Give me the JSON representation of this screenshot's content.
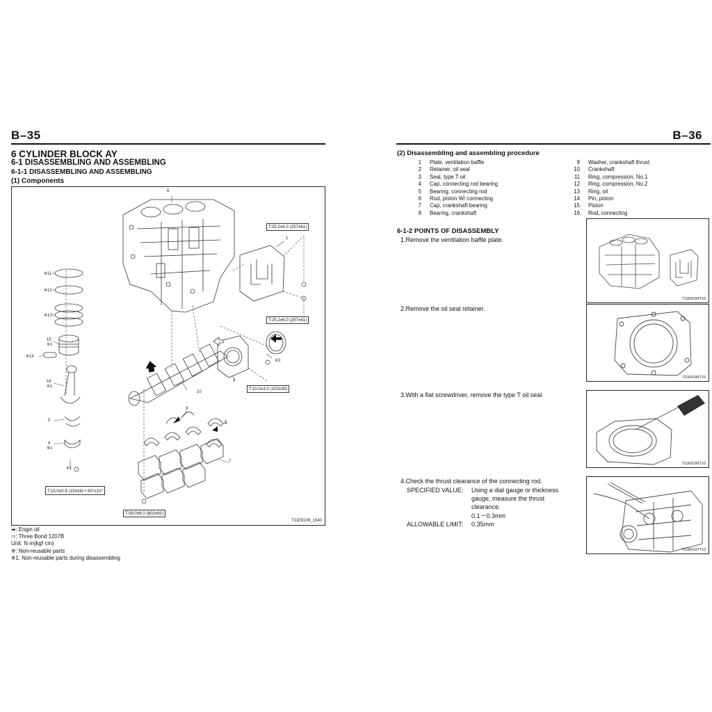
{
  "left_page": {
    "page_number": "B–35",
    "heading_1": "6 CYLINDER BLOCK AY",
    "heading_2": "6-1  DISASSEMBLING AND ASSEMBLING",
    "heading_3": "6-1-1  DISASSEMBLING AND ASSEMBLING",
    "heading_4": "(1) Components",
    "figure": {
      "callouts": {
        "c6": "6",
        "c1": "1",
        "c11": "※11",
        "c12": "※12",
        "c13": "※13",
        "c15": "15",
        "c15b": "※1",
        "c14": "※14",
        "c16": "16",
        "c16b": "※1",
        "c5": "5",
        "c4": "4",
        "c4b": "※1",
        "c1s": "※1",
        "c3": "※3",
        "c2": "2",
        "c9": "9",
        "c10": "10",
        "c8": "8",
        "c7": "7"
      },
      "torques": {
        "t1": "T:25.2±6.0 (257±61)",
        "t2": "T:25.2±6.0 (257±61)",
        "t3": "T:10.0±3.0 (102±30)",
        "t4": "T:15.0±0.9 (153±9)＋90°±10°",
        "t5": "T:59.0±6.0 (602±61)"
      },
      "code": "T11E9106_1540"
    },
    "legend": [
      "➡: Engin oil",
      "⇨: Three Bond 1207B",
      "Unit: N·m{kgf·cm}",
      "※: Non-reusable parts",
      "※1: Non-reusable parts during disassembling"
    ]
  },
  "right_page": {
    "page_number": "B–36",
    "procedure_title": "(2) Disassembling and assembling procedure",
    "parts_left": [
      {
        "num": "1",
        "name": "Plate, ventilation baffle"
      },
      {
        "num": "2",
        "name": "Retainer, oil seal"
      },
      {
        "num": "3",
        "name": "Seal, type T oil"
      },
      {
        "num": "4",
        "name": "Cap, connecting rod bearing"
      },
      {
        "num": "5",
        "name": "Bearing, connecting rod"
      },
      {
        "num": "6",
        "name": "Rod, piston W/ connecting"
      },
      {
        "num": "7",
        "name": "Cap, crankshaft bearing"
      },
      {
        "num": "8",
        "name": "Bearing, crankshaft"
      }
    ],
    "parts_right": [
      {
        "num": "9",
        "name": "Washer, crankshaft thrust"
      },
      {
        "num": "10",
        "name": "Crankshaft"
      },
      {
        "num": "11",
        "name": "Ring, compression, No.1"
      },
      {
        "num": "12",
        "name": "Ring, compression, No.2"
      },
      {
        "num": "13",
        "name": "Ring, oil"
      },
      {
        "num": "14",
        "name": "Pin, piston"
      },
      {
        "num": "15",
        "name": "Piston"
      },
      {
        "num": "16",
        "name": "Rod, connecting"
      }
    ],
    "section_title": "6-1-2  POINTS OF DISASSEMBLY",
    "steps": [
      "1.Remove the ventilation baffle plate.",
      "2.Remove the oil seal retainer.",
      "3.With a flat screwdriver, remove the type T oil seal.",
      "4.Check the thrust clearance of the connecting rod."
    ],
    "spec": {
      "label": "SPECIFIED VALUE:",
      "line1": "Using a dial gauge or thickness",
      "line2": "gauge, measure the thrust",
      "line3": "clearance.",
      "line4": "0.1－0.3mm",
      "limit_label": "ALLOWABLE LIMIT:",
      "limit_value": "0.35mm"
    },
    "photo_codes": [
      "T11E9194T10",
      "T11E9195T10",
      "T11E9196T10",
      "T11E9197T10"
    ]
  }
}
